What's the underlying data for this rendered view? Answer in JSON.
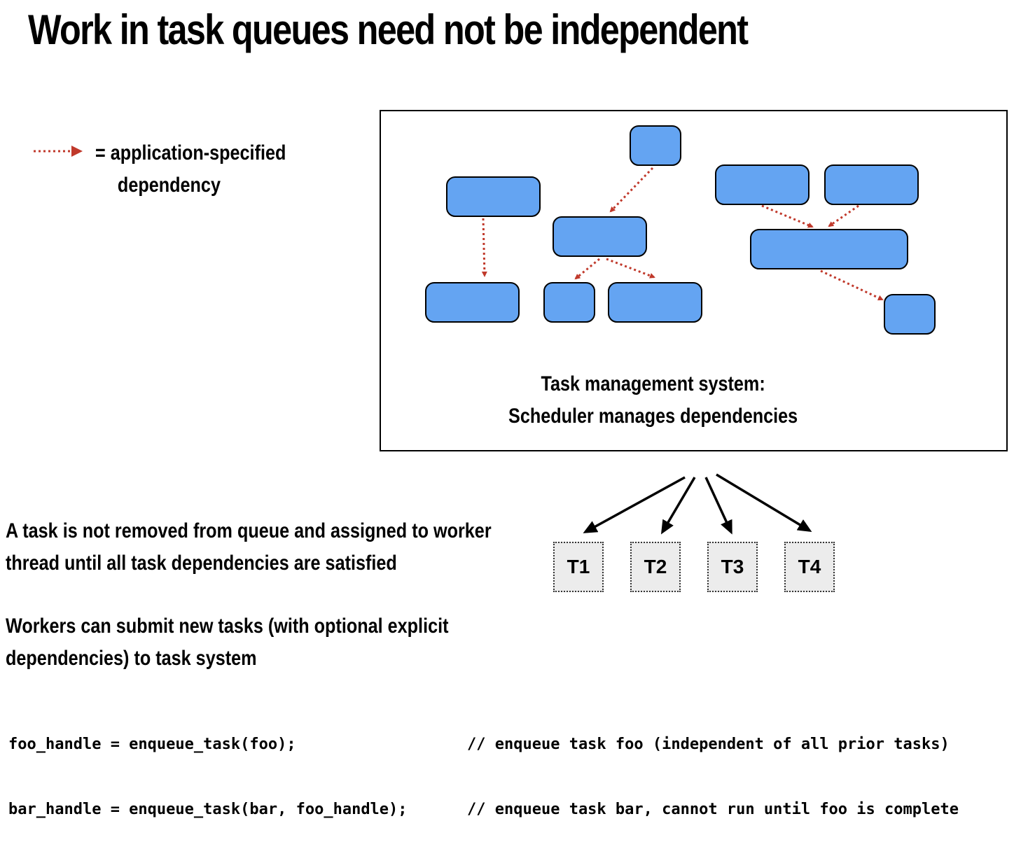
{
  "title": "Work in task queues need not be independent",
  "legend": {
    "line1": "= application-specified",
    "line2": "dependency",
    "arrow_color": "#c0392b"
  },
  "panel": {
    "caption_line1": "Task management system:",
    "caption_line2": "Scheduler manages dependencies",
    "task_color": "#64a4f2"
  },
  "threads": [
    "T1",
    "T2",
    "T3",
    "T4"
  ],
  "notes": {
    "note1_line1": "A task is not removed from queue and assigned to worker",
    "note1_line2": "thread until all task dependencies are satisfied",
    "note2_line1": "Workers can submit new tasks (with optional explicit",
    "note2_line2": "dependencies) to task system"
  },
  "code": {
    "line1_code": "foo_handle = enqueue_task(foo);",
    "line1_comment": "// enqueue task foo (independent of all prior tasks)",
    "line2_code": "bar_handle = enqueue_task(bar, foo_handle);",
    "line2_comment": "// enqueue task bar, cannot run until foo is complete"
  }
}
